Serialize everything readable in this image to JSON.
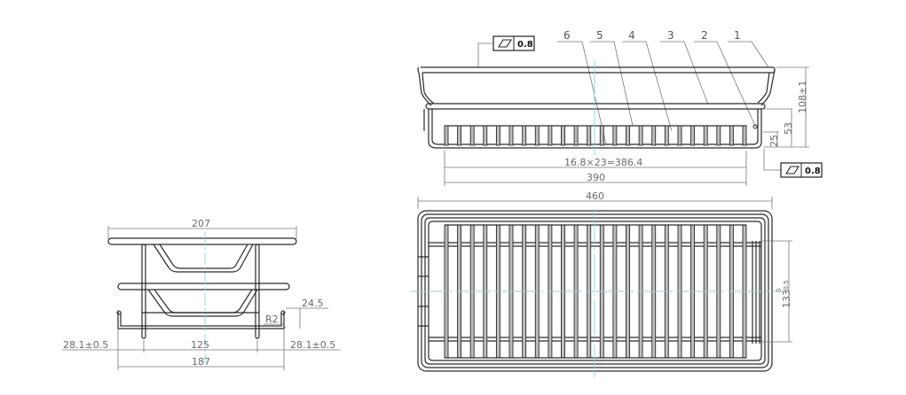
{
  "drawing": {
    "views": [
      "side-view",
      "front-view",
      "top-view"
    ],
    "flatness_callouts": [
      {
        "symbol": "flatness",
        "value": "0.8"
      },
      {
        "symbol": "flatness",
        "value": "0.8"
      }
    ],
    "balloons": [
      "6",
      "5",
      "4",
      "3",
      "2",
      "1"
    ],
    "front_view": {
      "dim_pitch": "16.8×23=386.4",
      "dim_inner_length": "390",
      "dim_height_total": "108±1",
      "dim_height_mid": "53",
      "dim_height_low": "25",
      "bar_count": 24
    },
    "top_view": {
      "dim_overall_length": "460",
      "dim_handle_span": "133",
      "dim_handle_tol_upper": "0",
      "dim_handle_tol_lower": "-0.5",
      "bar_count": 24
    },
    "side_view": {
      "dim_top_width": "207",
      "dim_clip_height": "24.5",
      "dim_radius": "R2",
      "dim_left_offset": "28.1±0.5",
      "dim_center": "125",
      "dim_right_offset": "28.1±0.5",
      "dim_bottom_width": "187"
    }
  }
}
